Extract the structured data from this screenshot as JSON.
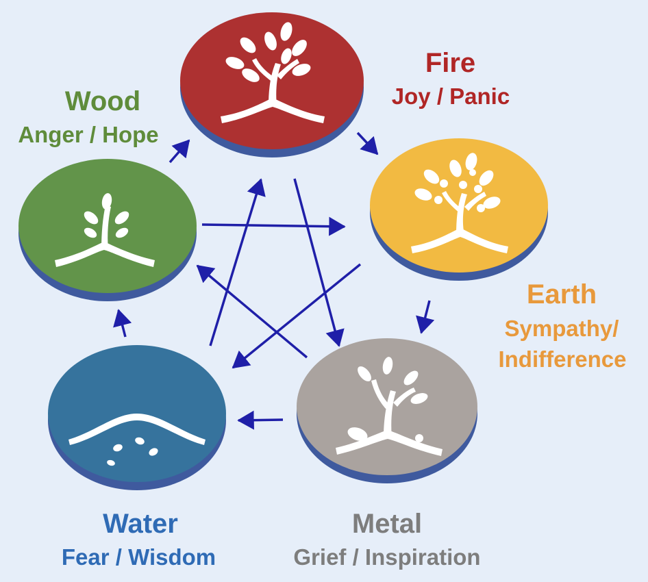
{
  "elements": {
    "fire": {
      "name": "Fire",
      "emotions": "Joy / Panic",
      "color": "#ad3131",
      "label_color": "#b02626"
    },
    "earth": {
      "name": "Earth",
      "emotions_line1": "Sympathy/",
      "emotions_line2": "Indifference",
      "color": "#f2ba42",
      "label_color": "#e8993c"
    },
    "metal": {
      "name": "Metal",
      "emotions": "Grief / Inspiration",
      "color": "#aaa39f",
      "label_color": "#7d7d7d"
    },
    "water": {
      "name": "Water",
      "emotions": "Fear / Wisdom",
      "color": "#36739d",
      "label_color": "#2f6bb5"
    },
    "wood": {
      "name": "Wood",
      "emotions": "Anger / Hope",
      "color": "#62944a",
      "label_color": "#5f8c3b"
    }
  },
  "colors": {
    "arrow": "#1f1fa8",
    "disc_base": "#3f5a9e",
    "background": "#e6eef9"
  }
}
